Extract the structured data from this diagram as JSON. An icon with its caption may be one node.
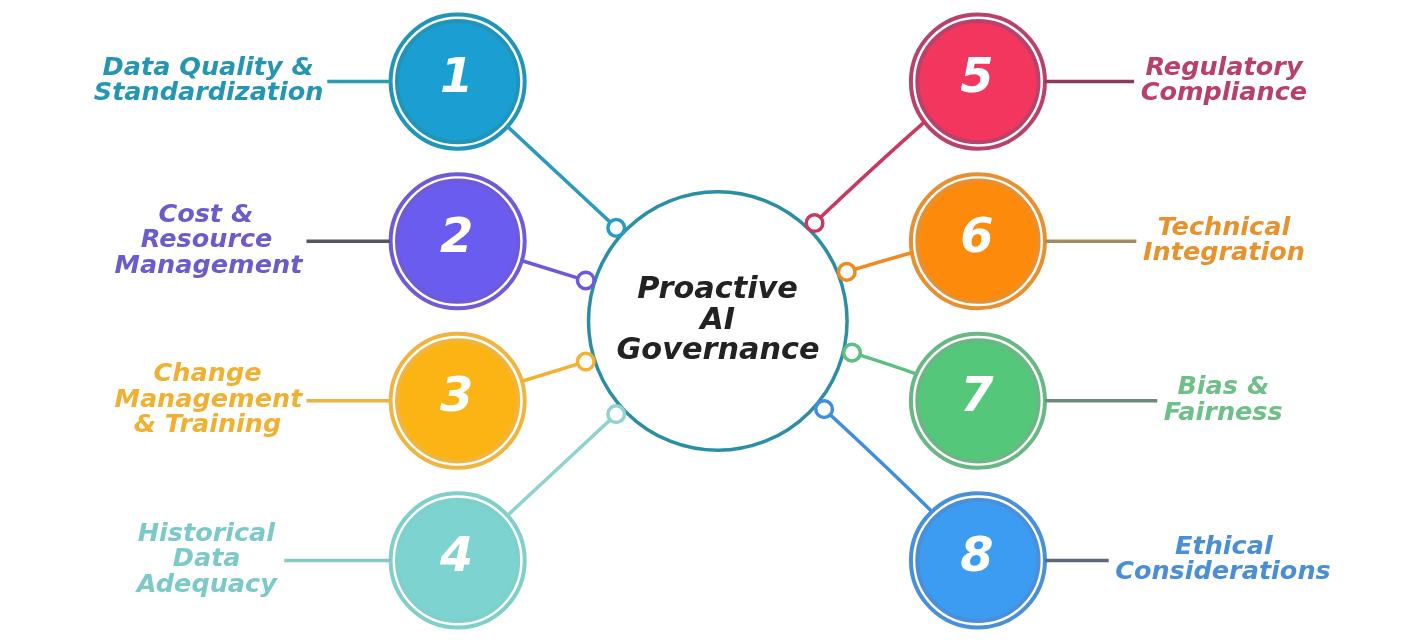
{
  "diagram": {
    "nodes": [
      {
        "text": [
          "Proactive AI Governance"
        ]
      },
      {
        "text": [
          "1"
        ]
      },
      {
        "text": [
          "Data Quality & Standardization"
        ]
      },
      {
        "text": [
          "2"
        ]
      },
      {
        "text": [
          "Cost & Resource Management"
        ]
      },
      {
        "text": [
          "3"
        ]
      },
      {
        "text": [
          "Change Management & Training"
        ]
      },
      {
        "text": [
          "4"
        ]
      },
      {
        "text": [
          "Historical Data Adequacy"
        ]
      },
      {
        "text": [
          "5"
        ]
      },
      {
        "text": [
          "Regulatory Compliance"
        ]
      },
      {
        "text": [
          "6"
        ]
      },
      {
        "text": [
          "Technical Integration"
        ]
      },
      {
        "text": [
          "7"
        ]
      },
      {
        "text": [
          "Bias & Fairness"
        ]
      },
      {
        "text": [
          "8"
        ]
      },
      {
        "text": [
          "Ethical Considerations"
        ]
      }
    ],
    "edges": [
      {
        "from": 2,
        "to": 1,
        "arrow": "none",
        "color": "#2a9bb0"
      },
      {
        "from": 1,
        "to": 0,
        "arrow": "other",
        "color": "#2a9bbf"
      },
      {
        "from": 4,
        "to": 3,
        "arrow": "none",
        "color": "#555566"
      },
      {
        "from": 3,
        "to": 0,
        "arrow": "other",
        "color": "#6b5adc"
      },
      {
        "from": 6,
        "to": 5,
        "arrow": "none",
        "color": "#e8b448"
      },
      {
        "from": 5,
        "to": 0,
        "arrow": "other",
        "color": "#f2b230"
      },
      {
        "from": 8,
        "to": 7,
        "arrow": "none",
        "color": "#88c8c6"
      },
      {
        "from": 7,
        "to": 0,
        "arrow": "other",
        "color": "#8fd3cf"
      },
      {
        "from": 9,
        "to": 0,
        "arrow": "other",
        "color": "#c8385f"
      },
      {
        "from": 9,
        "to": 10,
        "arrow": "none",
        "color": "#8a3a5a"
      },
      {
        "from": 11,
        "to": 0,
        "arrow": "other",
        "color": "#f08a20"
      },
      {
        "from": 11,
        "to": 12,
        "arrow": "none",
        "color": "#a08a60"
      },
      {
        "from": 13,
        "to": 0,
        "arrow": "other",
        "color": "#5fbf80"
      },
      {
        "from": 13,
        "to": 14,
        "arrow": "none",
        "color": "#708878"
      },
      {
        "from": 15,
        "to": 0,
        "arrow": "other",
        "color": "#3f8fe0"
      },
      {
        "from": 15,
        "to": 16,
        "arrow": "none",
        "color": "#5a6a78"
      }
    ]
  }
}
